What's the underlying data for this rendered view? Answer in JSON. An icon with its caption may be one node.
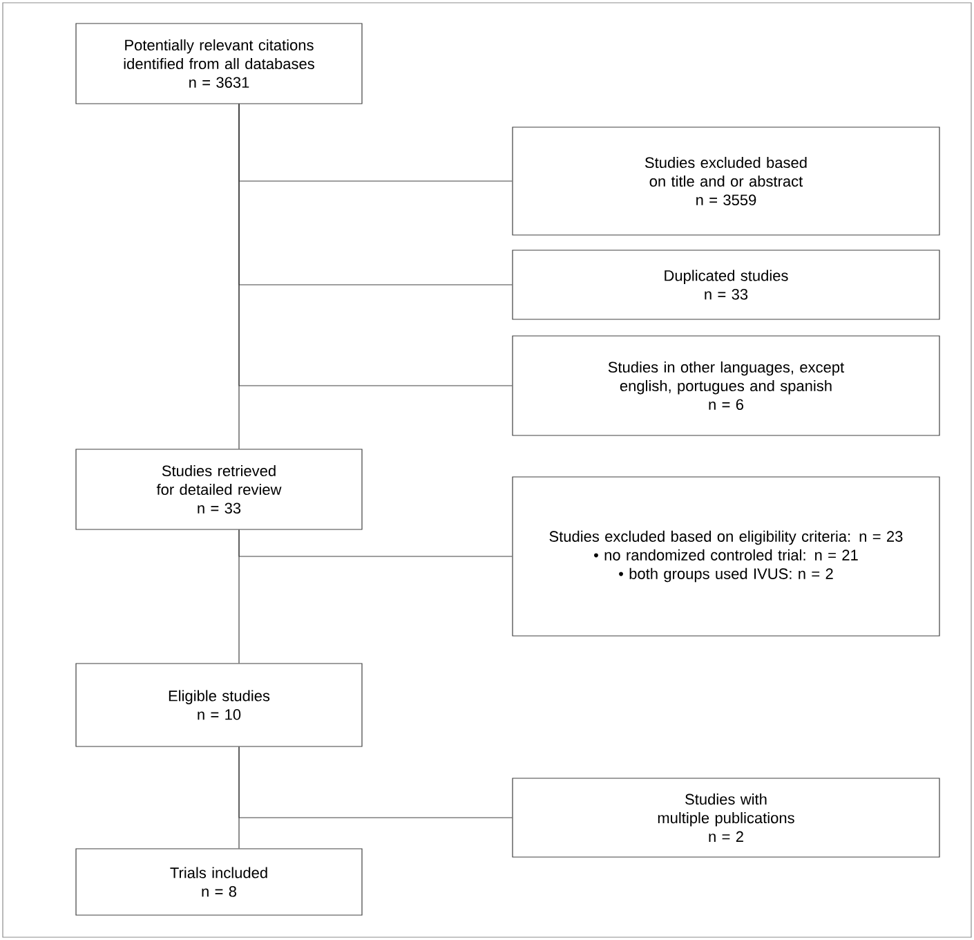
{
  "diagram": {
    "nodes": [
      {
        "text": [
          "Potentially relevant citations identified from all databases",
          "n = 3631"
        ]
      },
      {
        "text": [
          "Studies excluded based on title and or abstract",
          "n = 3559"
        ]
      },
      {
        "text": [
          "Duplicated studies",
          "n = 33"
        ]
      },
      {
        "text": [
          "Studies in other languages, except english, portugues and spanish",
          "n = 6"
        ]
      },
      {
        "text": [
          "Studies retrieved for detailed review",
          "n = 33"
        ]
      },
      {
        "text": [
          "Studies excluded based on eligibility criteria: n = 23",
          "• no randomized controled trial: n = 21",
          "• both groups used IVUS: n = 2"
        ]
      },
      {
        "text": [
          "Eligible studies",
          "n = 10"
        ]
      },
      {
        "text": [
          "Studies with multiple publications",
          "n = 2"
        ]
      },
      {
        "text": [
          "Trials included",
          "n = 8"
        ]
      }
    ],
    "edges": [
      {
        "from": 0,
        "to": 4,
        "arrow": "none"
      },
      {
        "from": 0,
        "to": 1,
        "arrow": "none"
      },
      {
        "from": 0,
        "to": 2,
        "arrow": "none"
      },
      {
        "from": 0,
        "to": 3,
        "arrow": "none"
      },
      {
        "from": 4,
        "to": 6,
        "arrow": "none"
      },
      {
        "from": 4,
        "to": 5,
        "arrow": "none"
      },
      {
        "from": 6,
        "to": 8,
        "arrow": "none"
      },
      {
        "from": 6,
        "to": 7,
        "arrow": "none"
      }
    ]
  }
}
